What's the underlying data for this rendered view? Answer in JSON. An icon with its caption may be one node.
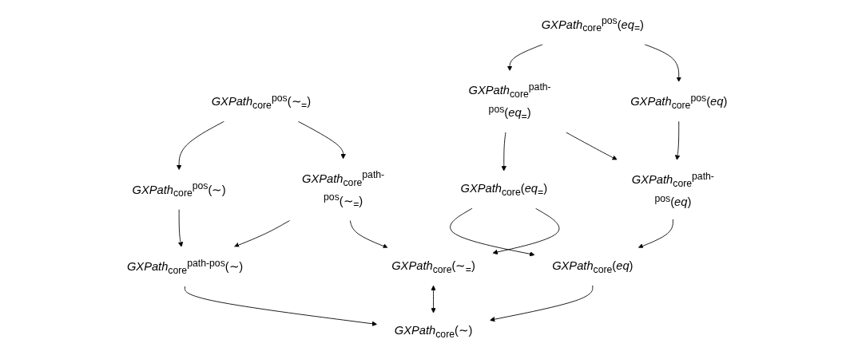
{
  "diagram": {
    "nodes": [
      {
        "text": [
          "*GXPath*$_{core}$$^{pos}$(*eq*$_{=}$)"
        ]
      },
      {
        "text": [
          "*GXPath*$_{core}$$^{pos}$(∼$_{=}$)"
        ]
      },
      {
        "text": [
          "*GXPath*$_{core}$$^{pos}$(*eq*)"
        ]
      },
      {
        "text": [
          "*GXPath*$_{core}$$^{path-pos}$(*eq*$_{=}$)"
        ]
      },
      {
        "text": [
          "*GXPath*$_{core}$$^{path-pos}$(∼$_{=}$)"
        ]
      },
      {
        "text": [
          "*GXPath*$_{core}$$^{pos}$(∼)"
        ]
      },
      {
        "text": [
          "*GXPath*$_{core}$$^{path-pos}$(*eq*)"
        ]
      },
      {
        "text": [
          "*GXPath*$_{core}$(*eq*$_{=}$)"
        ]
      },
      {
        "text": [
          "*GXPath*$_{core}$(∼$_{=}$)"
        ]
      },
      {
        "text": [
          "*GXPath*$_{core}$$^{path-pos}$(∼)"
        ]
      },
      {
        "text": [
          "*GXPath*$_{core}$(*eq*)"
        ]
      },
      {
        "text": [
          "*GXPath*$_{core}$(∼)"
        ]
      }
    ],
    "edges": [
      {
        "from": 0,
        "to": 2,
        "arrow": "to"
      },
      {
        "from": 0,
        "to": 3,
        "arrow": "to"
      },
      {
        "from": 1,
        "to": 4,
        "arrow": "to"
      },
      {
        "from": 1,
        "to": 5,
        "arrow": "to"
      },
      {
        "from": 2,
        "to": 6,
        "arrow": "to"
      },
      {
        "from": 3,
        "to": 6,
        "arrow": "to"
      },
      {
        "from": 3,
        "to": 7,
        "arrow": "to"
      },
      {
        "from": 4,
        "to": 8,
        "arrow": "to"
      },
      {
        "from": 4,
        "to": 9,
        "arrow": "to"
      },
      {
        "from": 5,
        "to": 9,
        "arrow": "to"
      },
      {
        "from": 6,
        "to": 10,
        "arrow": "to"
      },
      {
        "from": 7,
        "to": 8,
        "arrow": "to"
      },
      {
        "from": 7,
        "to": 10,
        "arrow": "to"
      },
      {
        "from": 9,
        "to": 11,
        "arrow": "to"
      },
      {
        "from": 8,
        "to": 11,
        "arrow": "both"
      },
      {
        "from": 10,
        "to": 11,
        "arrow": "to"
      }
    ]
  }
}
